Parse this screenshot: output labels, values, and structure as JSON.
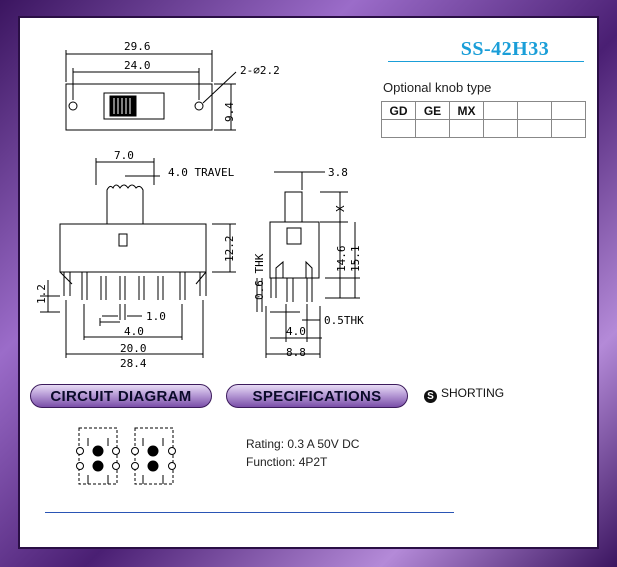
{
  "model": "SS-42H33",
  "optional_knob": {
    "title": "Optional knob type",
    "headers": [
      "GD",
      "GE",
      "MX",
      "",
      "",
      ""
    ]
  },
  "top_view_dims": {
    "overall": "29.6",
    "hole_pitch": "24.0",
    "holes": "2-∅2.2",
    "height": "9.4"
  },
  "front_view_dims": {
    "knob_width": "7.0",
    "travel": "4.0 TRAVEL",
    "height": "12.2",
    "pin_len": "1.2",
    "pin_width": "1.0",
    "pitch": "4.0",
    "span": "20.0",
    "overall": "28.4"
  },
  "side_view_dims": {
    "knob": "3.8",
    "x": "X",
    "height1": "14.6",
    "height2": "15.1",
    "thk_left": "0.6 THK",
    "thk_right": "0.5THK",
    "pitch": "4.0",
    "overall": "8.8"
  },
  "sections": {
    "circuit": "CIRCUIT DIAGRAM",
    "specs": "SPECIFICATIONS"
  },
  "shorting": {
    "icon": "S",
    "label": "SHORTING"
  },
  "specs": {
    "rating": "Rating: 0.3 A 50V DC",
    "function": "Function: 4P2T"
  }
}
